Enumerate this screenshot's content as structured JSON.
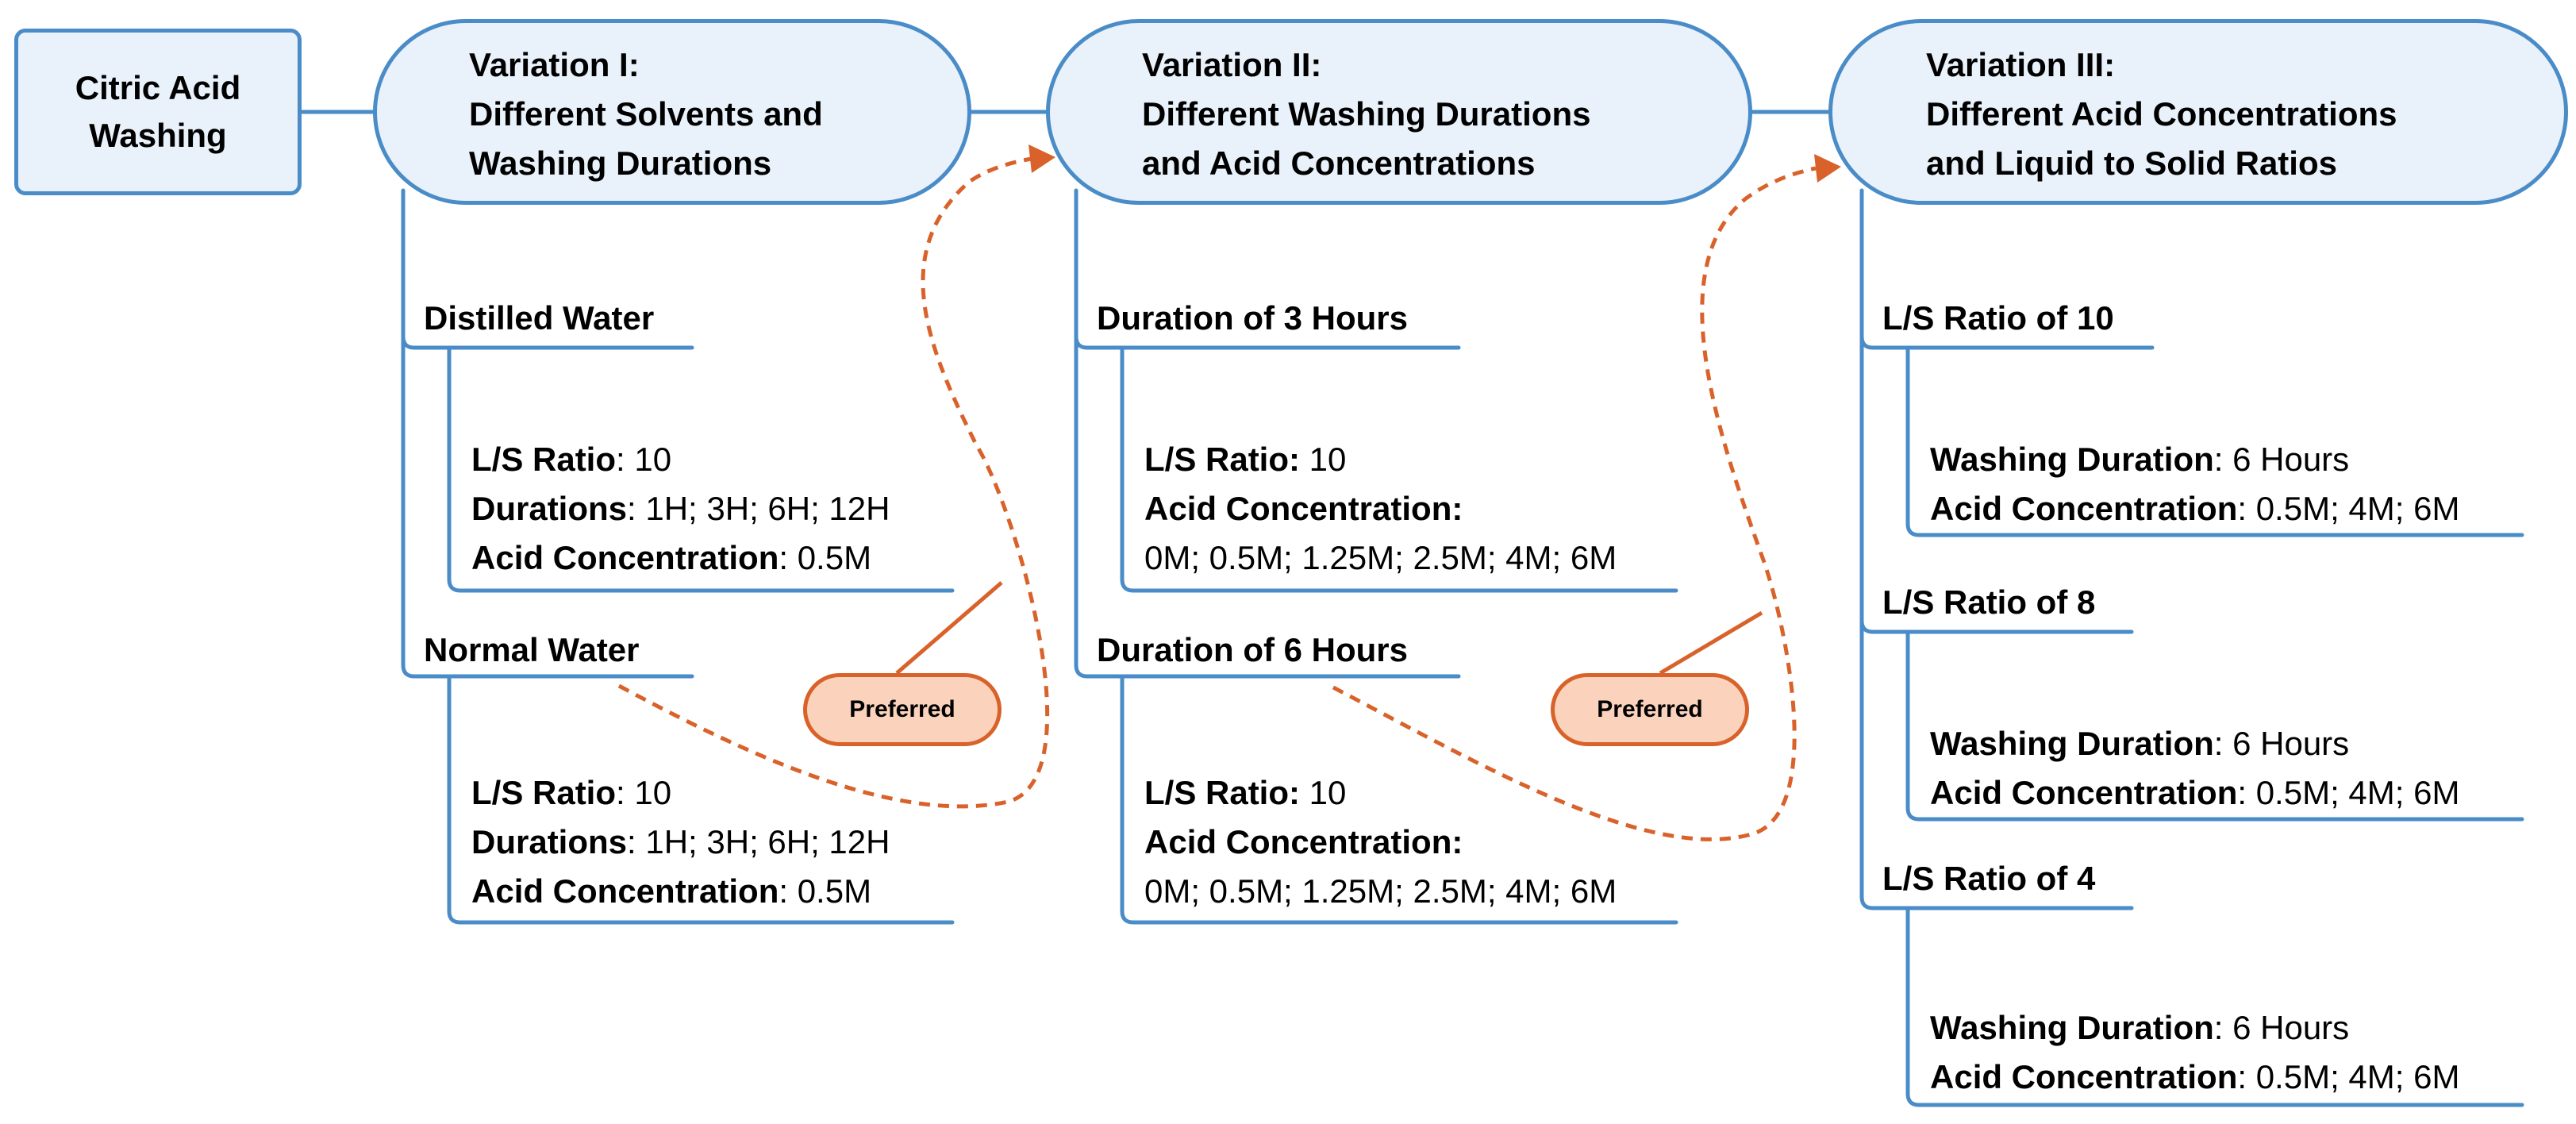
{
  "colors": {
    "blue_line": "#4a8cc8",
    "node_fill": "#e9f1fa",
    "orange": "#d9622b",
    "orange_fill": "#fbd3bd"
  },
  "root": {
    "line1": "Citric Acid",
    "line2": "Washing"
  },
  "variations": [
    {
      "line1": "Variation I:",
      "line2": "Different Solvents and",
      "line3": "Washing Durations"
    },
    {
      "line1": "Variation II:",
      "line2": "Different Washing Durations",
      "line3": "and Acid Concentrations"
    },
    {
      "line1": "Variation III:",
      "line2": "Different Acid Concentrations",
      "line3": "and Liquid to Solid Ratios"
    }
  ],
  "v1": {
    "distilled": {
      "label": "Distilled Water",
      "ls_key": "L/S Ratio",
      "ls_val": ": 10",
      "dur_key": "Durations",
      "dur_val": ": 1H; 3H; 6H; 12H",
      "acid_key": "Acid Concentration",
      "acid_val": ": 0.5M"
    },
    "normal": {
      "label": "Normal Water",
      "ls_key": "L/S Ratio",
      "ls_val": ": 10",
      "dur_key": "Durations",
      "dur_val": ": 1H; 3H; 6H; 12H",
      "acid_key": "Acid Concentration",
      "acid_val": ": 0.5M"
    }
  },
  "v2": {
    "d3": {
      "label": "Duration of 3 Hours",
      "ls_key": "L/S Ratio:",
      "ls_val": " 10",
      "acid_key": "Acid Concentration:",
      "acid_vals": "0M; 0.5M; 1.25M; 2.5M; 4M; 6M"
    },
    "d6": {
      "label": "Duration of 6 Hours",
      "ls_key": "L/S Ratio:",
      "ls_val": " 10",
      "acid_key": "Acid Concentration:",
      "acid_vals": "0M; 0.5M; 1.25M; 2.5M; 4M; 6M"
    }
  },
  "v3": {
    "ls10": {
      "label": "L/S Ratio of 10",
      "wd_key": "Washing Duration",
      "wd_val": ": 6 Hours",
      "acid_key": "Acid Concentration",
      "acid_val": ": 0.5M; 4M; 6M"
    },
    "ls8": {
      "label": "L/S Ratio of 8",
      "wd_key": "Washing Duration",
      "wd_val": ": 6 Hours",
      "acid_key": "Acid Concentration",
      "acid_val": ": 0.5M; 4M; 6M"
    },
    "ls4": {
      "label": "L/S Ratio of 4",
      "wd_key": "Washing Duration",
      "wd_val": ": 6 Hours",
      "acid_key": "Acid Concentration",
      "acid_val": ": 0.5M; 4M; 6M"
    }
  },
  "callouts": {
    "preferred_1": "Preferred",
    "preferred_2": "Preferred"
  }
}
